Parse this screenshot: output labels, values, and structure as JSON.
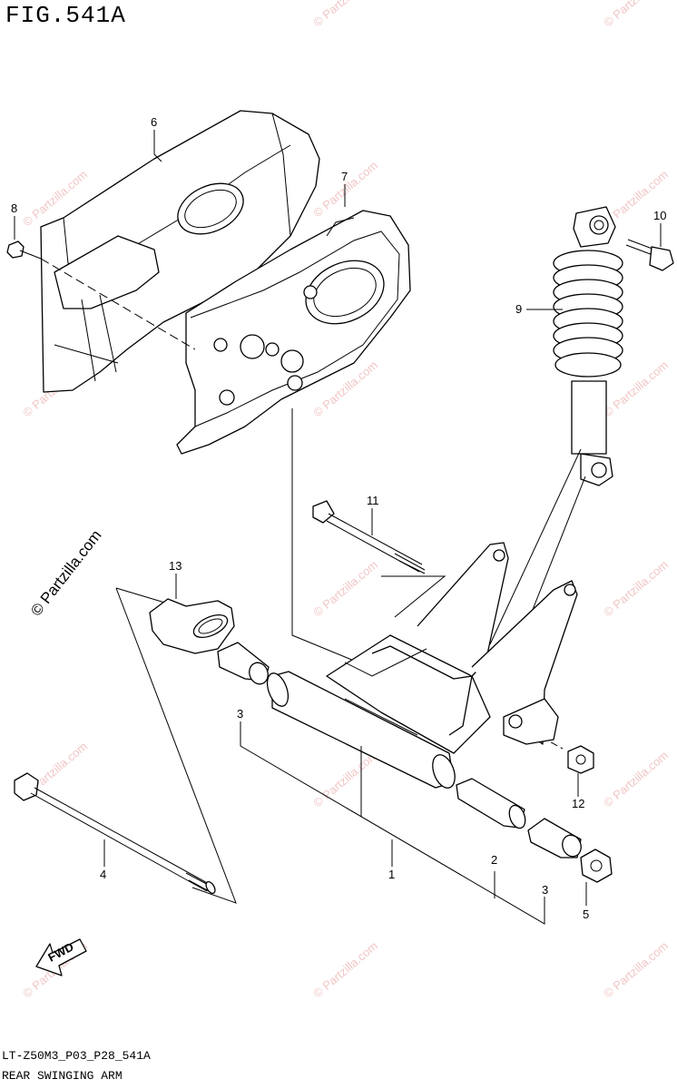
{
  "figure": {
    "title": "FIG.541A",
    "code": "LT-Z50M3_P03_P28_541A",
    "name": "REAR SWINGING ARM"
  },
  "watermark": {
    "text": "© Partzilla.com",
    "color": "#f2c6c6"
  },
  "callouts": [
    {
      "id": "c1",
      "label": "1"
    },
    {
      "id": "c2",
      "label": "2"
    },
    {
      "id": "c3a",
      "label": "3"
    },
    {
      "id": "c3b",
      "label": "3"
    },
    {
      "id": "c4",
      "label": "4"
    },
    {
      "id": "c5",
      "label": "5"
    },
    {
      "id": "c6",
      "label": "6"
    },
    {
      "id": "c7",
      "label": "7"
    },
    {
      "id": "c8",
      "label": "8"
    },
    {
      "id": "c9",
      "label": "9"
    },
    {
      "id": "c10",
      "label": "10"
    },
    {
      "id": "c11",
      "label": "11"
    },
    {
      "id": "c12",
      "label": "12"
    },
    {
      "id": "c13",
      "label": "13"
    }
  ],
  "fwd_label": "FWD"
}
